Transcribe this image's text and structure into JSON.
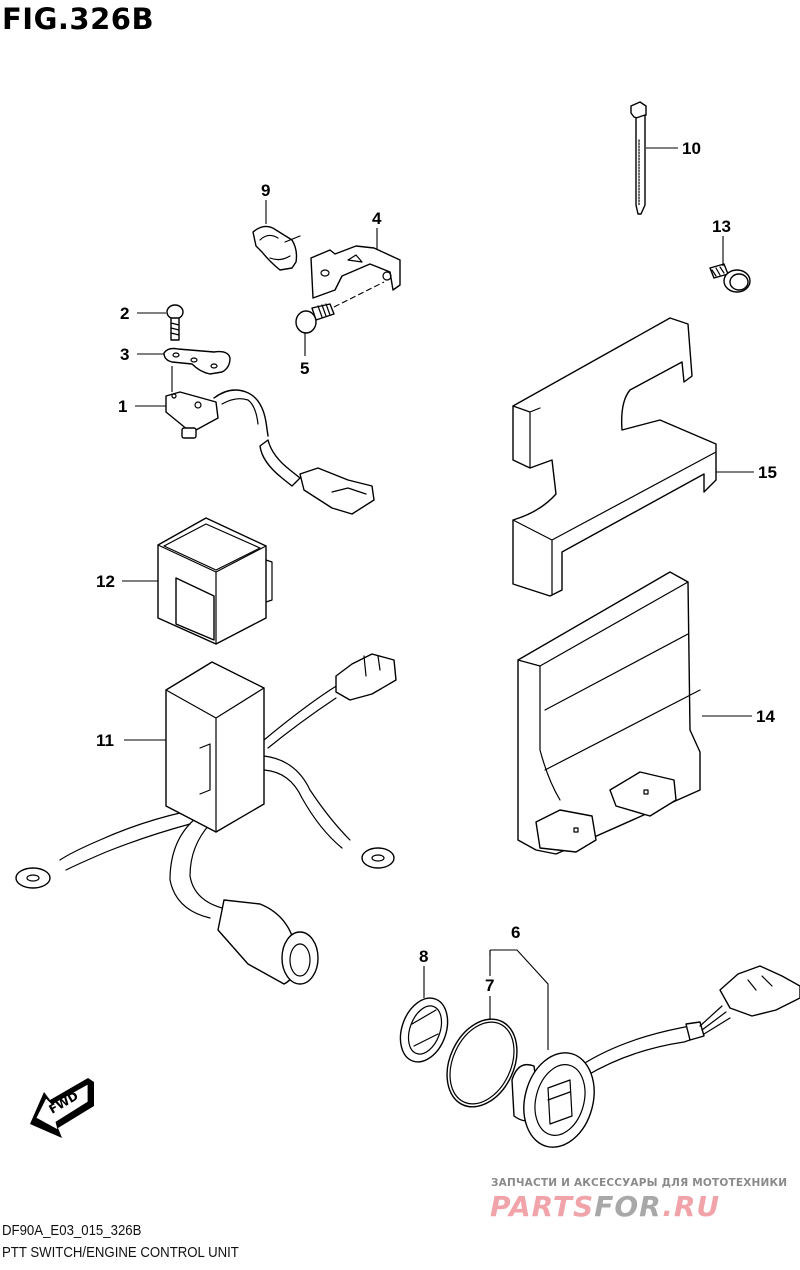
{
  "figure": {
    "title": "FIG.326B",
    "drawing_code": "DF90A_E03_015_326B",
    "caption": "PTT SWITCH/ENGINE CONTROL UNIT"
  },
  "callouts": [
    {
      "ref": "1",
      "part": "ptt-switch-sensor"
    },
    {
      "ref": "2",
      "part": "screw"
    },
    {
      "ref": "3",
      "part": "plate"
    },
    {
      "ref": "4",
      "part": "bracket"
    },
    {
      "ref": "5",
      "part": "bolt"
    },
    {
      "ref": "6",
      "part": "ptt-switch-assy"
    },
    {
      "ref": "7",
      "part": "o-ring"
    },
    {
      "ref": "8",
      "part": "nut"
    },
    {
      "ref": "9",
      "part": "clamp"
    },
    {
      "ref": "10",
      "part": "cable-tie"
    },
    {
      "ref": "11",
      "part": "relay-harness"
    },
    {
      "ref": "12",
      "part": "relay-cover"
    },
    {
      "ref": "13",
      "part": "bolt"
    },
    {
      "ref": "14",
      "part": "engine-control-unit"
    },
    {
      "ref": "15",
      "part": "ecu-cover"
    }
  ],
  "direction_indicator": {
    "label": "FWD",
    "icon": "arrow-left-down-icon"
  },
  "watermark": {
    "subtitle": "ЗАПЧАСТИ И АКСЕССУАРЫ ДЛЯ МОТОТЕХНИКИ",
    "brand_part1": "PARTS",
    "brand_part2": "FOR",
    "brand_part3": ".RU",
    "color_primary": "#f0a4aa",
    "color_secondary": "#a8a8a8"
  }
}
